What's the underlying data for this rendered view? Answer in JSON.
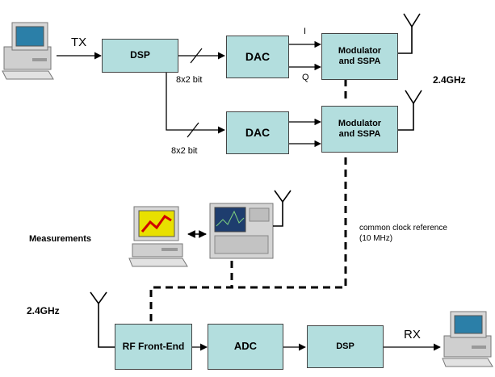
{
  "blocks": {
    "dsp_tx": "DSP",
    "dac_top": "DAC",
    "dac_bottom": "DAC",
    "mod_top": "Modulator\nand SSPA",
    "mod_bottom": "Modulator\nand SSPA",
    "rf_frontend": "RF Front-End",
    "adc": "ADC",
    "dsp_rx": "DSP"
  },
  "labels": {
    "tx": "TX",
    "rx": "RX",
    "i": "I",
    "q": "Q",
    "bits_top": "8x2 bit",
    "bits_bottom": "8x2 bit",
    "freq_tx": "2.4GHz",
    "freq_rx": "2.4GHz",
    "measurements": "Measurements",
    "clock_ref": "common clock reference\n(10 MHz)"
  },
  "colors": {
    "block_fill": "#b3dede",
    "line": "#000000"
  },
  "icons": [
    "computer-tx-icon",
    "computer-rx-icon",
    "measurement-pc-icon",
    "spectrum-analyzer-icon",
    "antenna-icon"
  ]
}
